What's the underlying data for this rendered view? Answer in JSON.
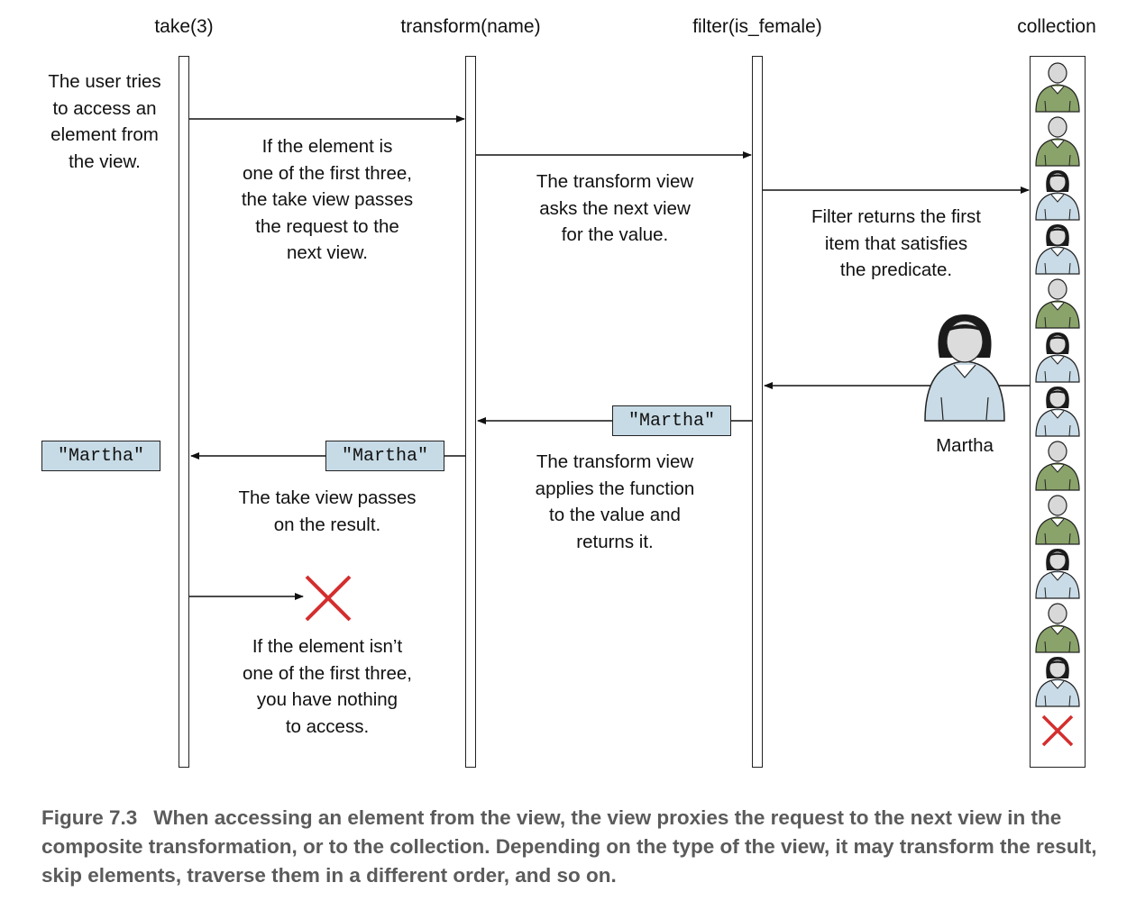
{
  "headers": {
    "take": "take(3)",
    "transform": "transform(name)",
    "filter": "filter(is_female)",
    "collection": "collection"
  },
  "notes": {
    "user_tries": "The user tries\nto access an\nelement from\nthe view.",
    "take_passes_request": "If the element is\none of the first three,\nthe take view passes\nthe request to the\nnext view.",
    "transform_asks": "The transform view\nasks the next view\nfor the value.",
    "filter_returns": "Filter returns the first\nitem that satisfies\nthe predicate.",
    "take_passes_result": "The take view passes\non the result.",
    "transform_applies": "The transform view\napplies the function\nto the value and\nreturns it.",
    "nothing_to_access": "If the element isn’t\none of the first three,\nyou have nothing\nto access."
  },
  "values": {
    "martha_result": "\"Martha\"",
    "martha_take": "\"Martha\"",
    "martha_transform": "\"Martha\""
  },
  "person_label": "Martha",
  "collection_items": [
    "male",
    "male",
    "female",
    "female",
    "male",
    "female",
    "female",
    "male",
    "male",
    "female",
    "male",
    "female",
    "end"
  ],
  "colors": {
    "male_body": "#8aa36a",
    "female_body": "#c9dbe6",
    "value_box": "#c7dbe6",
    "cross": "#d42e2e",
    "caption": "#5b5b5b"
  },
  "caption": {
    "number": "Figure 7.3",
    "text": "When accessing an element from the view, the view proxies the request to the next view in the composite transformation, or to the collection. Depending on the type of the view, it may transform the result, skip elements, traverse them in a different order, and so on."
  }
}
